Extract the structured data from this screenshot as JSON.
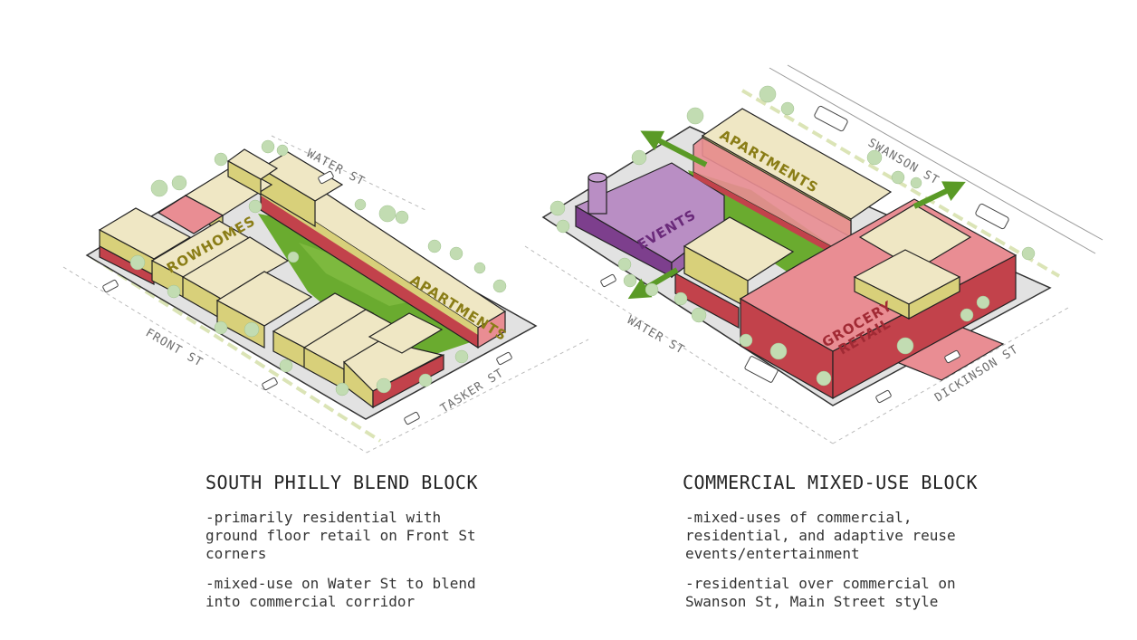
{
  "left_block": {
    "title": "SOUTH PHILLY BLEND BLOCK",
    "description_1": "-primarily residential with\nground floor retail on Front St\ncorners",
    "description_2": "-mixed-use on Water St to blend\ninto commercial corridor",
    "streets": {
      "water": "WATER ST",
      "front": "FRONT ST",
      "tasker": "TASKER ST"
    },
    "labels": {
      "rowhomes": "ROWHOMES",
      "apartments": "APARTMENTS"
    }
  },
  "right_block": {
    "title": "COMMERCIAL MIXED-USE BLOCK",
    "description_1": "-mixed-uses of commercial,\nresidential, and adaptive reuse\nevents/entertainment",
    "description_2": "-residential over commercial on\nSwanson St, Main Street style",
    "streets": {
      "swanson": "SWANSON ST",
      "water": "WATER ST",
      "dickinson": "DICKINSON ST"
    },
    "labels": {
      "apartments": "APARTMENTS",
      "events": "EVENTS",
      "grocery_line1": "GROCERY",
      "grocery_line2": "RETAIL"
    }
  },
  "colors": {
    "residential": "#efe7c4",
    "residential_side": "#d8d07a",
    "commercial": "#e98d93",
    "commercial_side": "#c2424b",
    "events": "#b98ec4",
    "events_side": "#7d3f8d",
    "green": "#5a9a26",
    "tree": "#c2dcb2",
    "label_text": "#8a7d16"
  }
}
